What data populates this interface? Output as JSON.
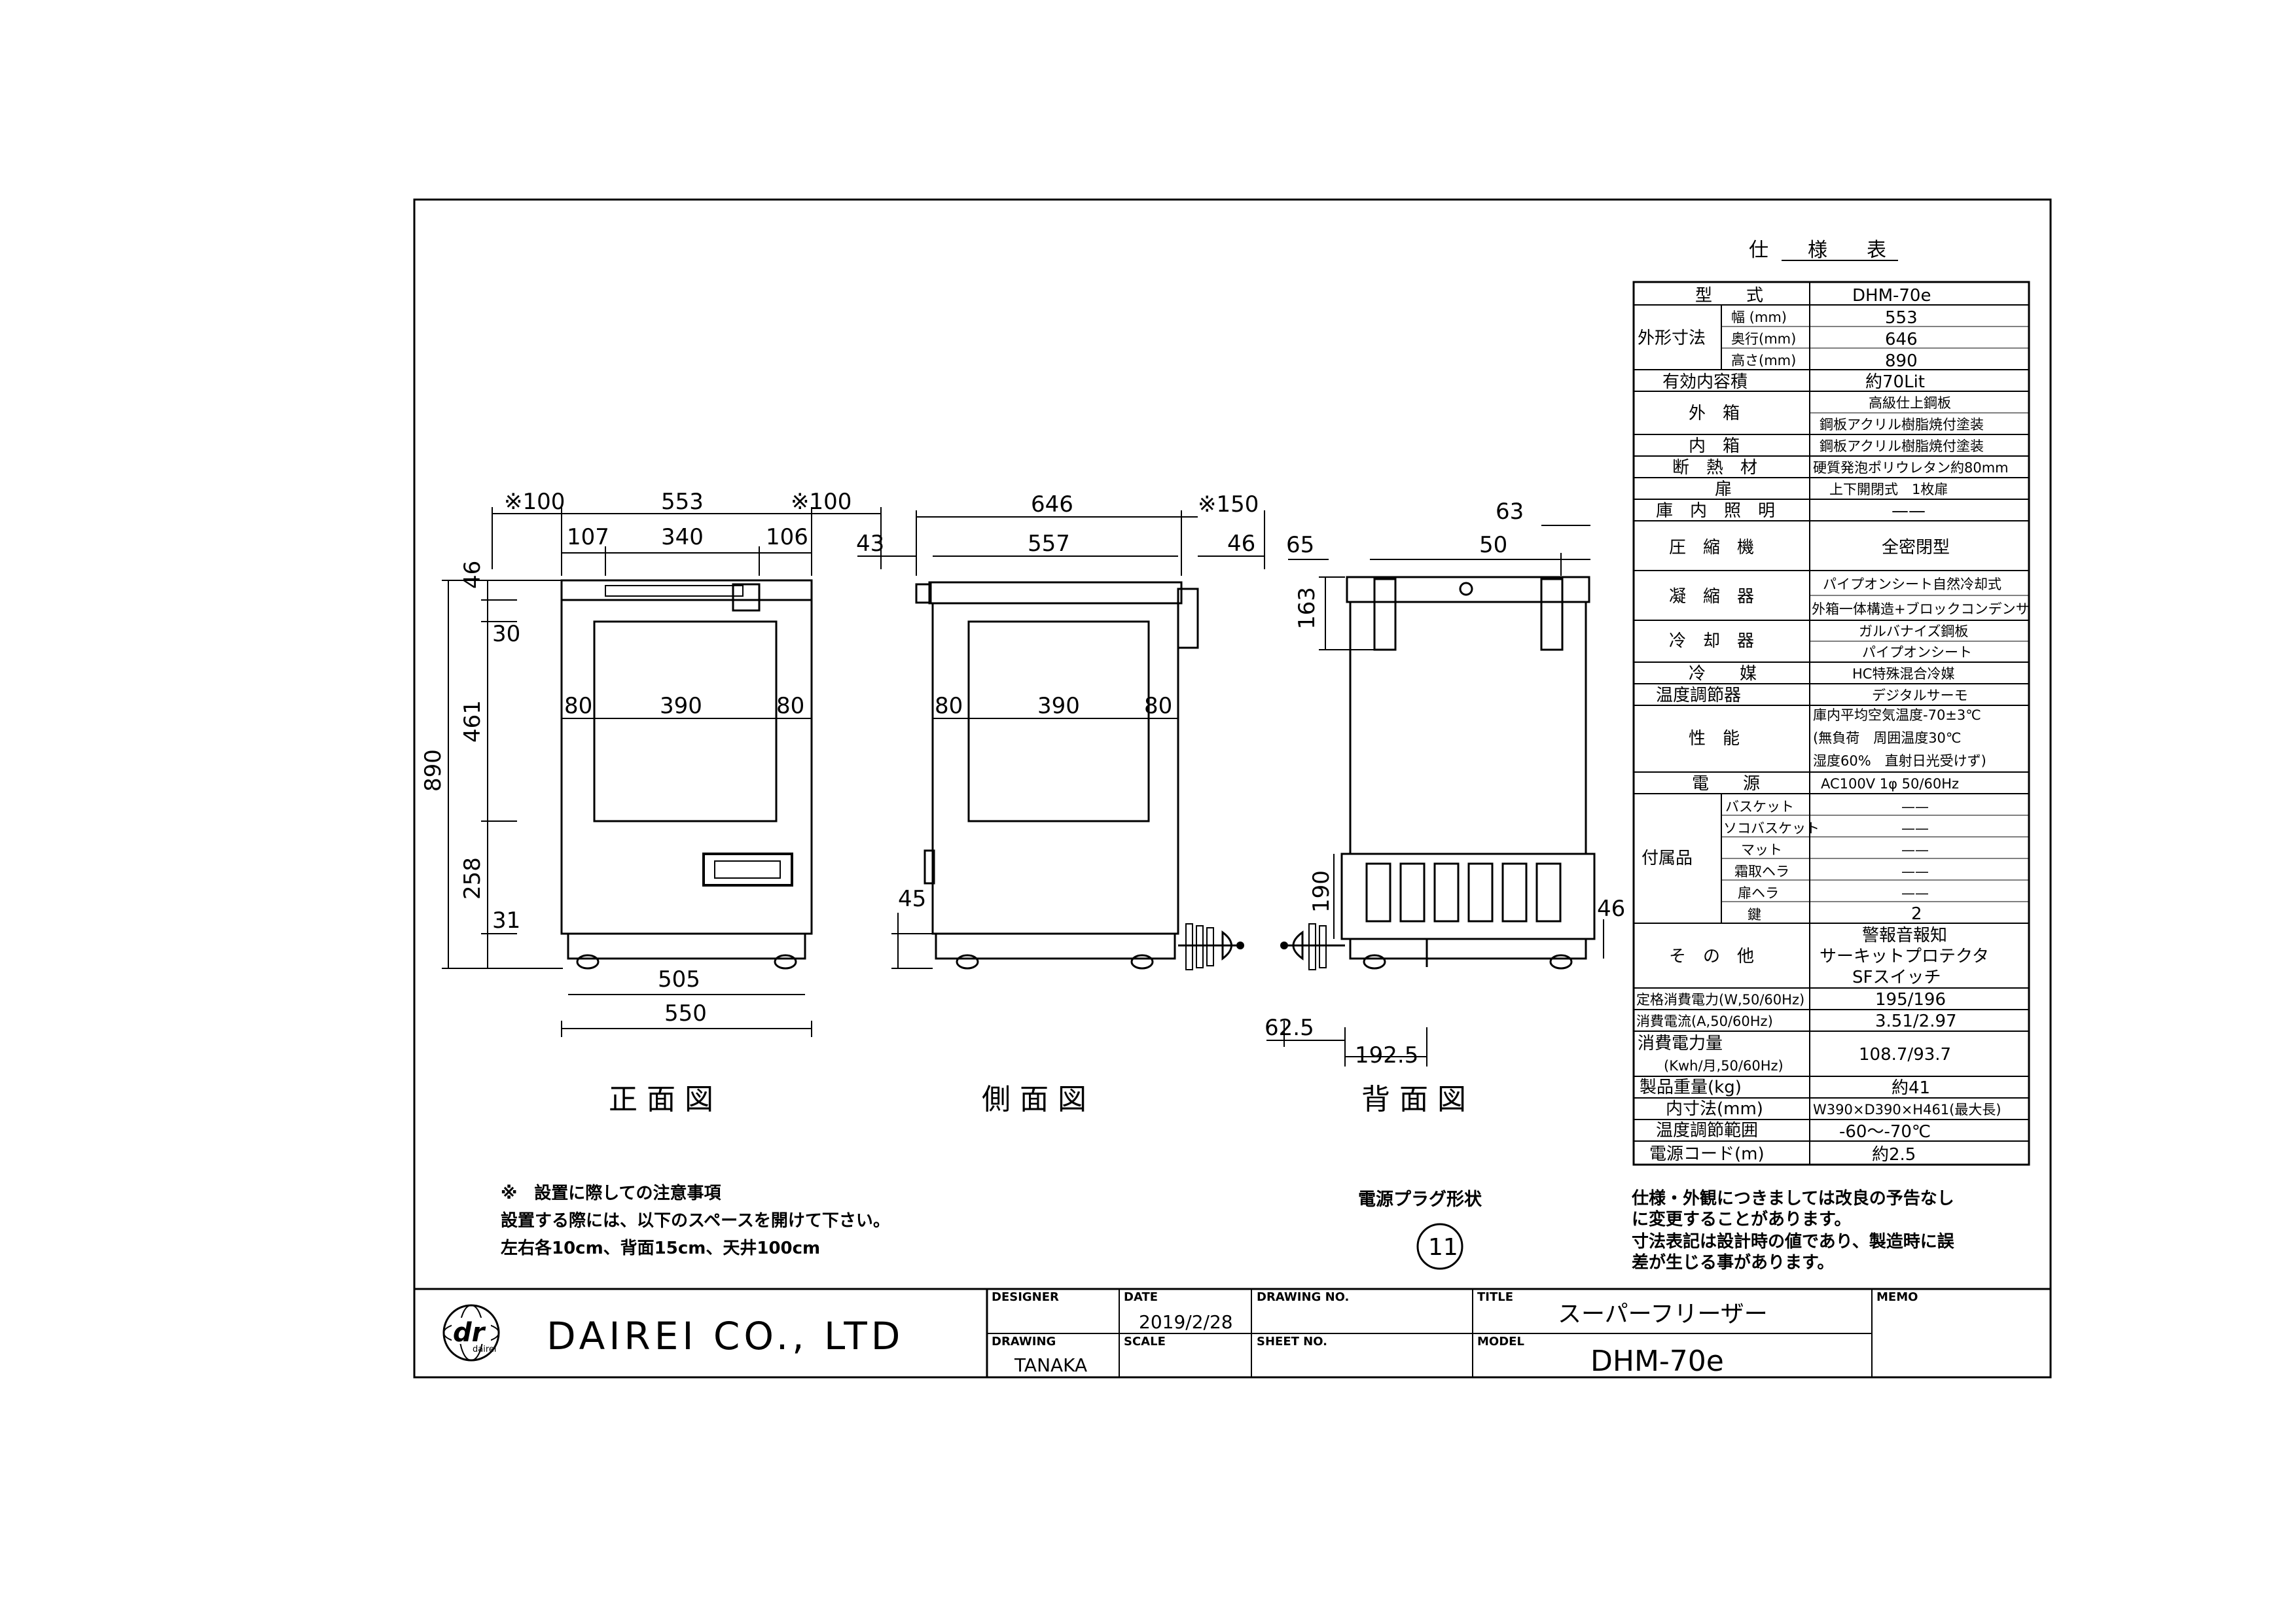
{
  "front_view": {
    "label": "正面図",
    "dims": {
      "clear_left": "※100",
      "width": "553",
      "clear_right": "※100",
      "lid_left": "107",
      "lid_mid": "340",
      "lid_right": "106",
      "win_left": "80",
      "win_width": "390",
      "win_right": "80",
      "height": "890",
      "h_top": "46",
      "h_lid": "30",
      "h_window": "461",
      "h_lower": "258",
      "h_base": "31",
      "base_inner": "505",
      "base_outer": "550"
    }
  },
  "side_view": {
    "label": "側面図",
    "dims": {
      "depth": "646",
      "clear_back": "※150",
      "front_proj": "43",
      "inner": "557",
      "back_proj": "46",
      "win_left": "80",
      "win_width": "390",
      "win_right": "80",
      "h_foot": "45"
    }
  },
  "back_view": {
    "label": "背面図",
    "dims": {
      "top_63": "63",
      "top_50": "50",
      "left_65": "65",
      "h_163": "163",
      "h_190": "190",
      "right_46": "46",
      "bot_625": "62.5",
      "bot_1925": "192.5"
    }
  },
  "spec_table": {
    "title": "仕　　様　　表",
    "rows": [
      {
        "label": "型　　式",
        "value": "DHM-70e"
      },
      {
        "label": "外形寸法",
        "sub": [
          {
            "label": "幅 (mm)",
            "value": "553"
          },
          {
            "label": "奥行(mm)",
            "value": "646"
          },
          {
            "label": "高さ(mm)",
            "value": "890"
          }
        ]
      },
      {
        "label": "有効内容積",
        "value": "約70Lit"
      },
      {
        "label": "外　箱",
        "values": [
          "高級仕上鋼板",
          "鋼板アクリル樹脂焼付塗装"
        ]
      },
      {
        "label": "内　箱",
        "value": "鋼板アクリル樹脂焼付塗装"
      },
      {
        "label": "断　熱　材",
        "value": "硬質発泡ポリウレタン約80mm"
      },
      {
        "label": "扉",
        "value": "上下開閉式　1枚扉"
      },
      {
        "label": "庫　内　照　明",
        "value": "——"
      },
      {
        "label": "圧　縮　機",
        "value": "全密閉型"
      },
      {
        "label": "凝　縮　器",
        "values": [
          "パイプオンシート自然冷却式",
          "外箱一体構造+ブロックコンデンサ"
        ]
      },
      {
        "label": "冷　却　器",
        "values": [
          "ガルバナイズ鋼板",
          "パイプオンシート"
        ]
      },
      {
        "label": "冷　　媒",
        "value": "HC特殊混合冷媒"
      },
      {
        "label": "温度調節器",
        "value": "デジタルサーモ"
      },
      {
        "label": "性　能",
        "values": [
          "庫内平均空気温度-70±3℃",
          "(無負荷　周囲温度30℃",
          "湿度60%　直射日光受けず)"
        ]
      },
      {
        "label": "電　　源",
        "value": "AC100V 1φ 50/60Hz"
      },
      {
        "label": "付属品",
        "sub": [
          {
            "label": "バスケット",
            "value": "——"
          },
          {
            "label": "ソコバスケット",
            "value": "——"
          },
          {
            "label": "マット",
            "value": "——"
          },
          {
            "label": "霜取ヘラ",
            "value": "——"
          },
          {
            "label": "扉ヘラ",
            "value": "——"
          },
          {
            "label": "鍵",
            "value": "2"
          }
        ]
      },
      {
        "label": "そ　の　他",
        "values": [
          "警報音報知",
          "サーキットプロテクタ",
          "SFスイッチ"
        ]
      },
      {
        "label": "定格消費電力(W,50/60Hz)",
        "value": "195/196"
      },
      {
        "label": "消費電流(A,50/60Hz)",
        "value": "3.51/2.97"
      },
      {
        "label": "消費電力量",
        "label2": "(Kwh/月,50/60Hz)",
        "value": "108.7/93.7"
      },
      {
        "label": "製品重量(kg)",
        "value": "約41"
      },
      {
        "label": "内寸法(mm)",
        "value": "W390×D390×H461(最大長)"
      },
      {
        "label": "温度調節範囲",
        "value": "-60～-70℃"
      },
      {
        "label": "電源コード(m)",
        "value": "約2.5"
      }
    ]
  },
  "notes": {
    "install_head": "※　設置に際しての注意事項",
    "install_line1": "設置する際には、以下のスペースを開けて下さい。",
    "install_line2": "左右各10cm、背面15cm、天井100cm",
    "plug_label": "電源プラグ形状",
    "plug_symbol": "11",
    "spec_note1": "仕様・外観につきましては改良の予告なし",
    "spec_note2": "に変更することがあります。",
    "spec_note3": "寸法表記は設計時の値であり、製造時に誤",
    "spec_note4": "差が生じる事があります。"
  },
  "title_block": {
    "company": "DAIREI CO., LTD",
    "logo_text": "dr",
    "logo_sub": "dairei",
    "designer_label": "DESIGNER",
    "date_label": "DATE",
    "date": "2019/2/28",
    "drawing_no_label": "DRAWING NO.",
    "title_label": "TITLE",
    "title": "スーパーフリーザー",
    "memo_label": "MEMO",
    "drawing_label": "DRAWING",
    "drawing": "TANAKA",
    "scale_label": "SCALE",
    "sheet_no_label": "SHEET NO.",
    "model_label": "MODEL",
    "model": "DHM-70e"
  }
}
